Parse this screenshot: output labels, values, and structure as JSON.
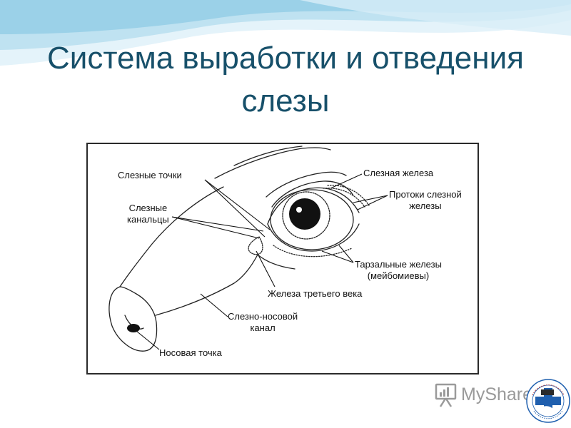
{
  "slide": {
    "title_line1": "Система выработки и отведения",
    "title_line2": "слезы"
  },
  "diagram": {
    "labels": {
      "tear_points": "Слезные точки",
      "canaliculi_line1": "Слезные",
      "canaliculi_line2": "канальцы",
      "lacrimal_gland": "Слезная железа",
      "gland_ducts_line1": "Протоки слезной",
      "gland_ducts_line2": "железы",
      "tarsal_line1": "Тарзальные железы",
      "tarsal_line2": "(мейбомиевы)",
      "third_eyelid_gland": "Железа третьего века",
      "nasolacrimal_line1": "Слезно-носовой",
      "nasolacrimal_line2": "канал",
      "nasal_point": "Носовая точка"
    }
  },
  "watermark": {
    "text": "MyShare",
    "icon": "presentation-board-icon"
  },
  "colors": {
    "title": "#17506a",
    "wave_light": "#cfe9f4",
    "wave_mid": "#8fcbe4",
    "seal_blue": "#1f5fae"
  }
}
